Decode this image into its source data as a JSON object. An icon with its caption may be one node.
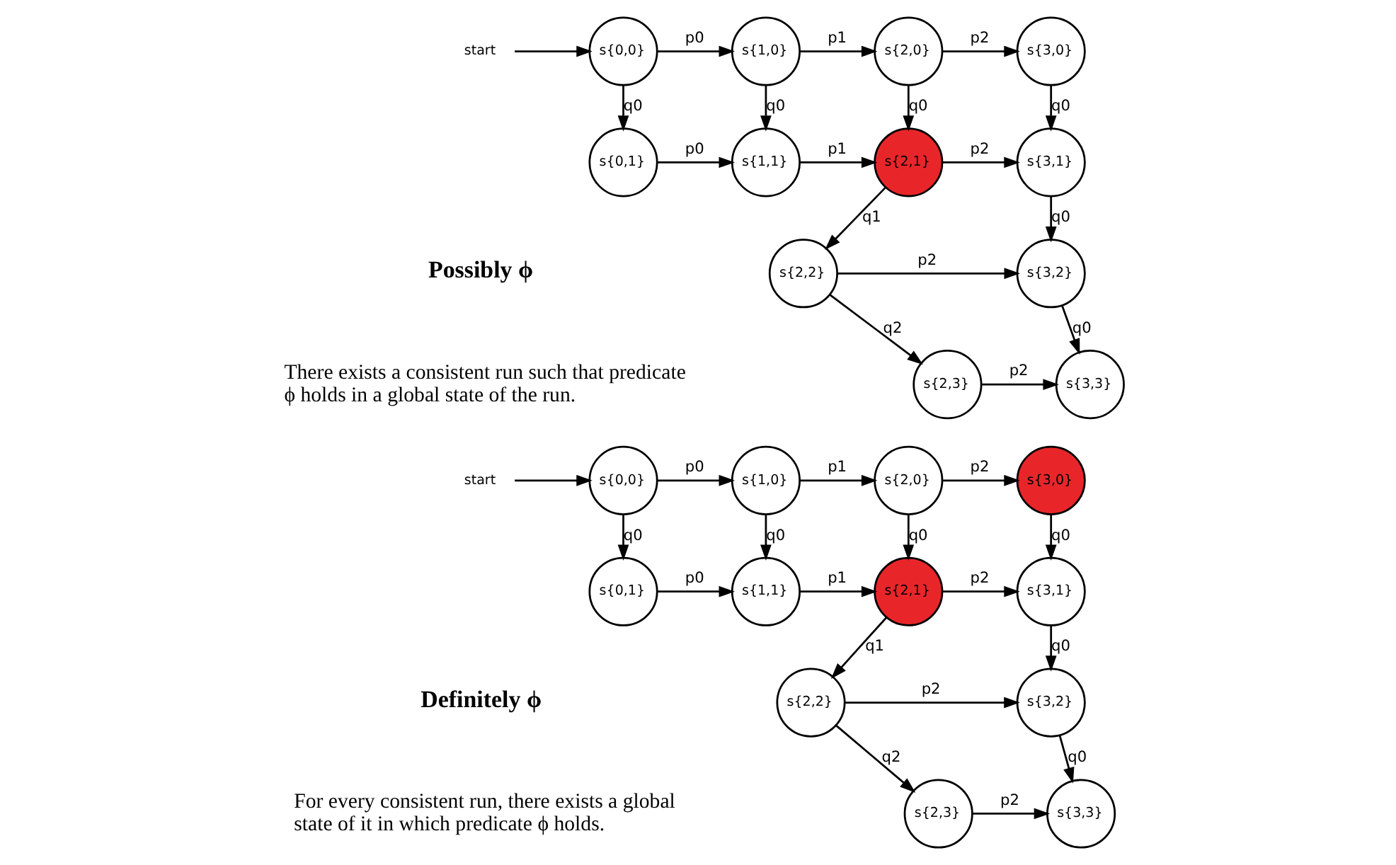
{
  "diagram": {
    "nodes": [
      {
        "text": [
          "start"
        ]
      },
      {
        "text": [
          "s{0,0}"
        ]
      },
      {
        "text": [
          "s{1,0}"
        ]
      },
      {
        "text": [
          "s{2,0}"
        ]
      },
      {
        "text": [
          "s{3,0}"
        ]
      },
      {
        "text": [
          "s{0,1}"
        ]
      },
      {
        "text": [
          "s{1,1}"
        ]
      },
      {
        "text": [
          "s{2,1}"
        ]
      },
      {
        "text": [
          "s{3,1}"
        ]
      },
      {
        "text": [
          "s{2,2}"
        ]
      },
      {
        "text": [
          "s{3,2}"
        ]
      },
      {
        "text": [
          "s{2,3}"
        ]
      },
      {
        "text": [
          "s{3,3}"
        ]
      },
      {
        "text": [
          "start"
        ]
      },
      {
        "text": [
          "s{0,0}"
        ]
      },
      {
        "text": [
          "s{1,0}"
        ]
      },
      {
        "text": [
          "s{2,0}"
        ]
      },
      {
        "text": [
          "s{3,0}"
        ]
      },
      {
        "text": [
          "s{0,1}"
        ]
      },
      {
        "text": [
          "s{1,1}"
        ]
      },
      {
        "text": [
          "s{2,1}"
        ]
      },
      {
        "text": [
          "s{3,1}"
        ]
      },
      {
        "text": [
          "s{2,2}"
        ]
      },
      {
        "text": [
          "s{3,2}"
        ]
      },
      {
        "text": [
          "s{2,3}"
        ]
      },
      {
        "text": [
          "s{3,3}"
        ]
      }
    ],
    "edges": [
      {
        "from": 0,
        "to": 1,
        "arrow": "to"
      },
      {
        "from": 1,
        "to": 2,
        "arrow": "to",
        "label": "p0"
      },
      {
        "from": 2,
        "to": 3,
        "arrow": "to",
        "label": "p1"
      },
      {
        "from": 3,
        "to": 4,
        "arrow": "to",
        "label": "p2"
      },
      {
        "from": 1,
        "to": 5,
        "arrow": "to",
        "label": "q0"
      },
      {
        "from": 2,
        "to": 6,
        "arrow": "to",
        "label": "q0"
      },
      {
        "from": 3,
        "to": 7,
        "arrow": "to",
        "label": "q0"
      },
      {
        "from": 4,
        "to": 8,
        "arrow": "to",
        "label": "q0"
      },
      {
        "from": 5,
        "to": 6,
        "arrow": "to",
        "label": "p0"
      },
      {
        "from": 6,
        "to": 7,
        "arrow": "to",
        "label": "p1"
      },
      {
        "from": 7,
        "to": 8,
        "arrow": "to",
        "label": "p2"
      },
      {
        "from": 7,
        "to": 9,
        "arrow": "to",
        "label": "q1"
      },
      {
        "from": 8,
        "to": 10,
        "arrow": "to",
        "label": "q0"
      },
      {
        "from": 9,
        "to": 10,
        "arrow": "to",
        "label": "p2"
      },
      {
        "from": 9,
        "to": 11,
        "arrow": "to",
        "label": "q2"
      },
      {
        "from": 10,
        "to": 12,
        "arrow": "to",
        "label": "q0"
      },
      {
        "from": 11,
        "to": 12,
        "arrow": "to",
        "label": "p2"
      },
      {
        "from": 13,
        "to": 14,
        "arrow": "to"
      },
      {
        "from": 14,
        "to": 15,
        "arrow": "to",
        "label": "p0"
      },
      {
        "from": 15,
        "to": 16,
        "arrow": "to",
        "label": "p1"
      },
      {
        "from": 16,
        "to": 17,
        "arrow": "to",
        "label": "p2"
      },
      {
        "from": 14,
        "to": 18,
        "arrow": "to",
        "label": "q0"
      },
      {
        "from": 15,
        "to": 19,
        "arrow": "to",
        "label": "q0"
      },
      {
        "from": 16,
        "to": 20,
        "arrow": "to",
        "label": "q0"
      },
      {
        "from": 17,
        "to": 21,
        "arrow": "to",
        "label": "q0"
      },
      {
        "from": 18,
        "to": 19,
        "arrow": "to",
        "label": "p0"
      },
      {
        "from": 19,
        "to": 20,
        "arrow": "to",
        "label": "p1"
      },
      {
        "from": 20,
        "to": 21,
        "arrow": "to",
        "label": "p2"
      },
      {
        "from": 20,
        "to": 22,
        "arrow": "to",
        "label": "q1"
      },
      {
        "from": 21,
        "to": 23,
        "arrow": "to",
        "label": "q0"
      },
      {
        "from": 22,
        "to": 23,
        "arrow": "to",
        "label": "p2"
      },
      {
        "from": 22,
        "to": 24,
        "arrow": "to",
        "label": "q2"
      },
      {
        "from": 23,
        "to": 25,
        "arrow": "to",
        "label": "q0"
      },
      {
        "from": 24,
        "to": 25,
        "arrow": "to",
        "label": "p2"
      }
    ],
    "labels": [
      "Possibly ϕ",
      "There exists a consistent run such that predicate ϕ holds in a global state of the run.",
      "Definitely ϕ",
      "For every consistent run, there exists a global state of it in which predicate ϕ holds."
    ]
  }
}
